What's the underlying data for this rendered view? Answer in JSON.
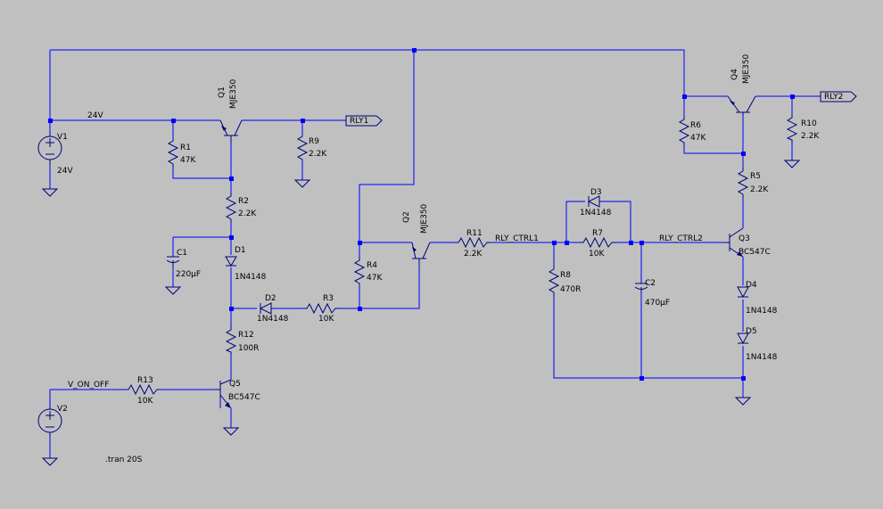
{
  "components": {
    "v1": {
      "ref": "V1",
      "value": "24V"
    },
    "v2": {
      "ref": "V2"
    },
    "q1": {
      "ref": "Q1",
      "part": "MJE350"
    },
    "q2": {
      "ref": "Q2",
      "part": "MJE350"
    },
    "q3": {
      "ref": "Q3",
      "part": "BC547C"
    },
    "q4": {
      "ref": "Q4",
      "part": "MJE350"
    },
    "q5": {
      "ref": "Q5",
      "part": "BC547C"
    },
    "r1": {
      "ref": "R1",
      "value": "47K"
    },
    "r2": {
      "ref": "R2",
      "value": "2.2K"
    },
    "r3": {
      "ref": "R3",
      "value": "10K"
    },
    "r4": {
      "ref": "R4",
      "value": "47K"
    },
    "r5": {
      "ref": "R5",
      "value": "2.2K"
    },
    "r6": {
      "ref": "R6",
      "value": "47K"
    },
    "r7": {
      "ref": "R7",
      "value": "10K"
    },
    "r8": {
      "ref": "R8",
      "value": "470R"
    },
    "r9": {
      "ref": "R9",
      "value": "2.2K"
    },
    "r10": {
      "ref": "R10",
      "value": "2.2K"
    },
    "r11": {
      "ref": "R11",
      "value": "2.2K"
    },
    "r12": {
      "ref": "R12",
      "value": "100R"
    },
    "r13": {
      "ref": "R13",
      "value": "10K"
    },
    "c1": {
      "ref": "C1",
      "value": "220µF"
    },
    "c2": {
      "ref": "C2",
      "value": "470µF"
    },
    "d1": {
      "ref": "D1",
      "part": "1N4148"
    },
    "d2": {
      "ref": "D2",
      "part": "1N4148"
    },
    "d3": {
      "ref": "D3",
      "part": "1N4148"
    },
    "d4": {
      "ref": "D4",
      "part": "1N4148"
    },
    "d5": {
      "ref": "D5",
      "part": "1N4148"
    }
  },
  "nets": {
    "n24v": "24V",
    "rly1": "RLY1",
    "rly2": "RLY2",
    "rly_ctrl1": "RLY_CTRL1",
    "rly_ctrl2": "RLY_CTRL2",
    "v_on_off": "V_ON_OFF"
  },
  "directive": ".tran 20S",
  "colors": {
    "background": "#c0c0c0",
    "wire": "#0000ff",
    "component": "#000080",
    "text": "#000000"
  }
}
